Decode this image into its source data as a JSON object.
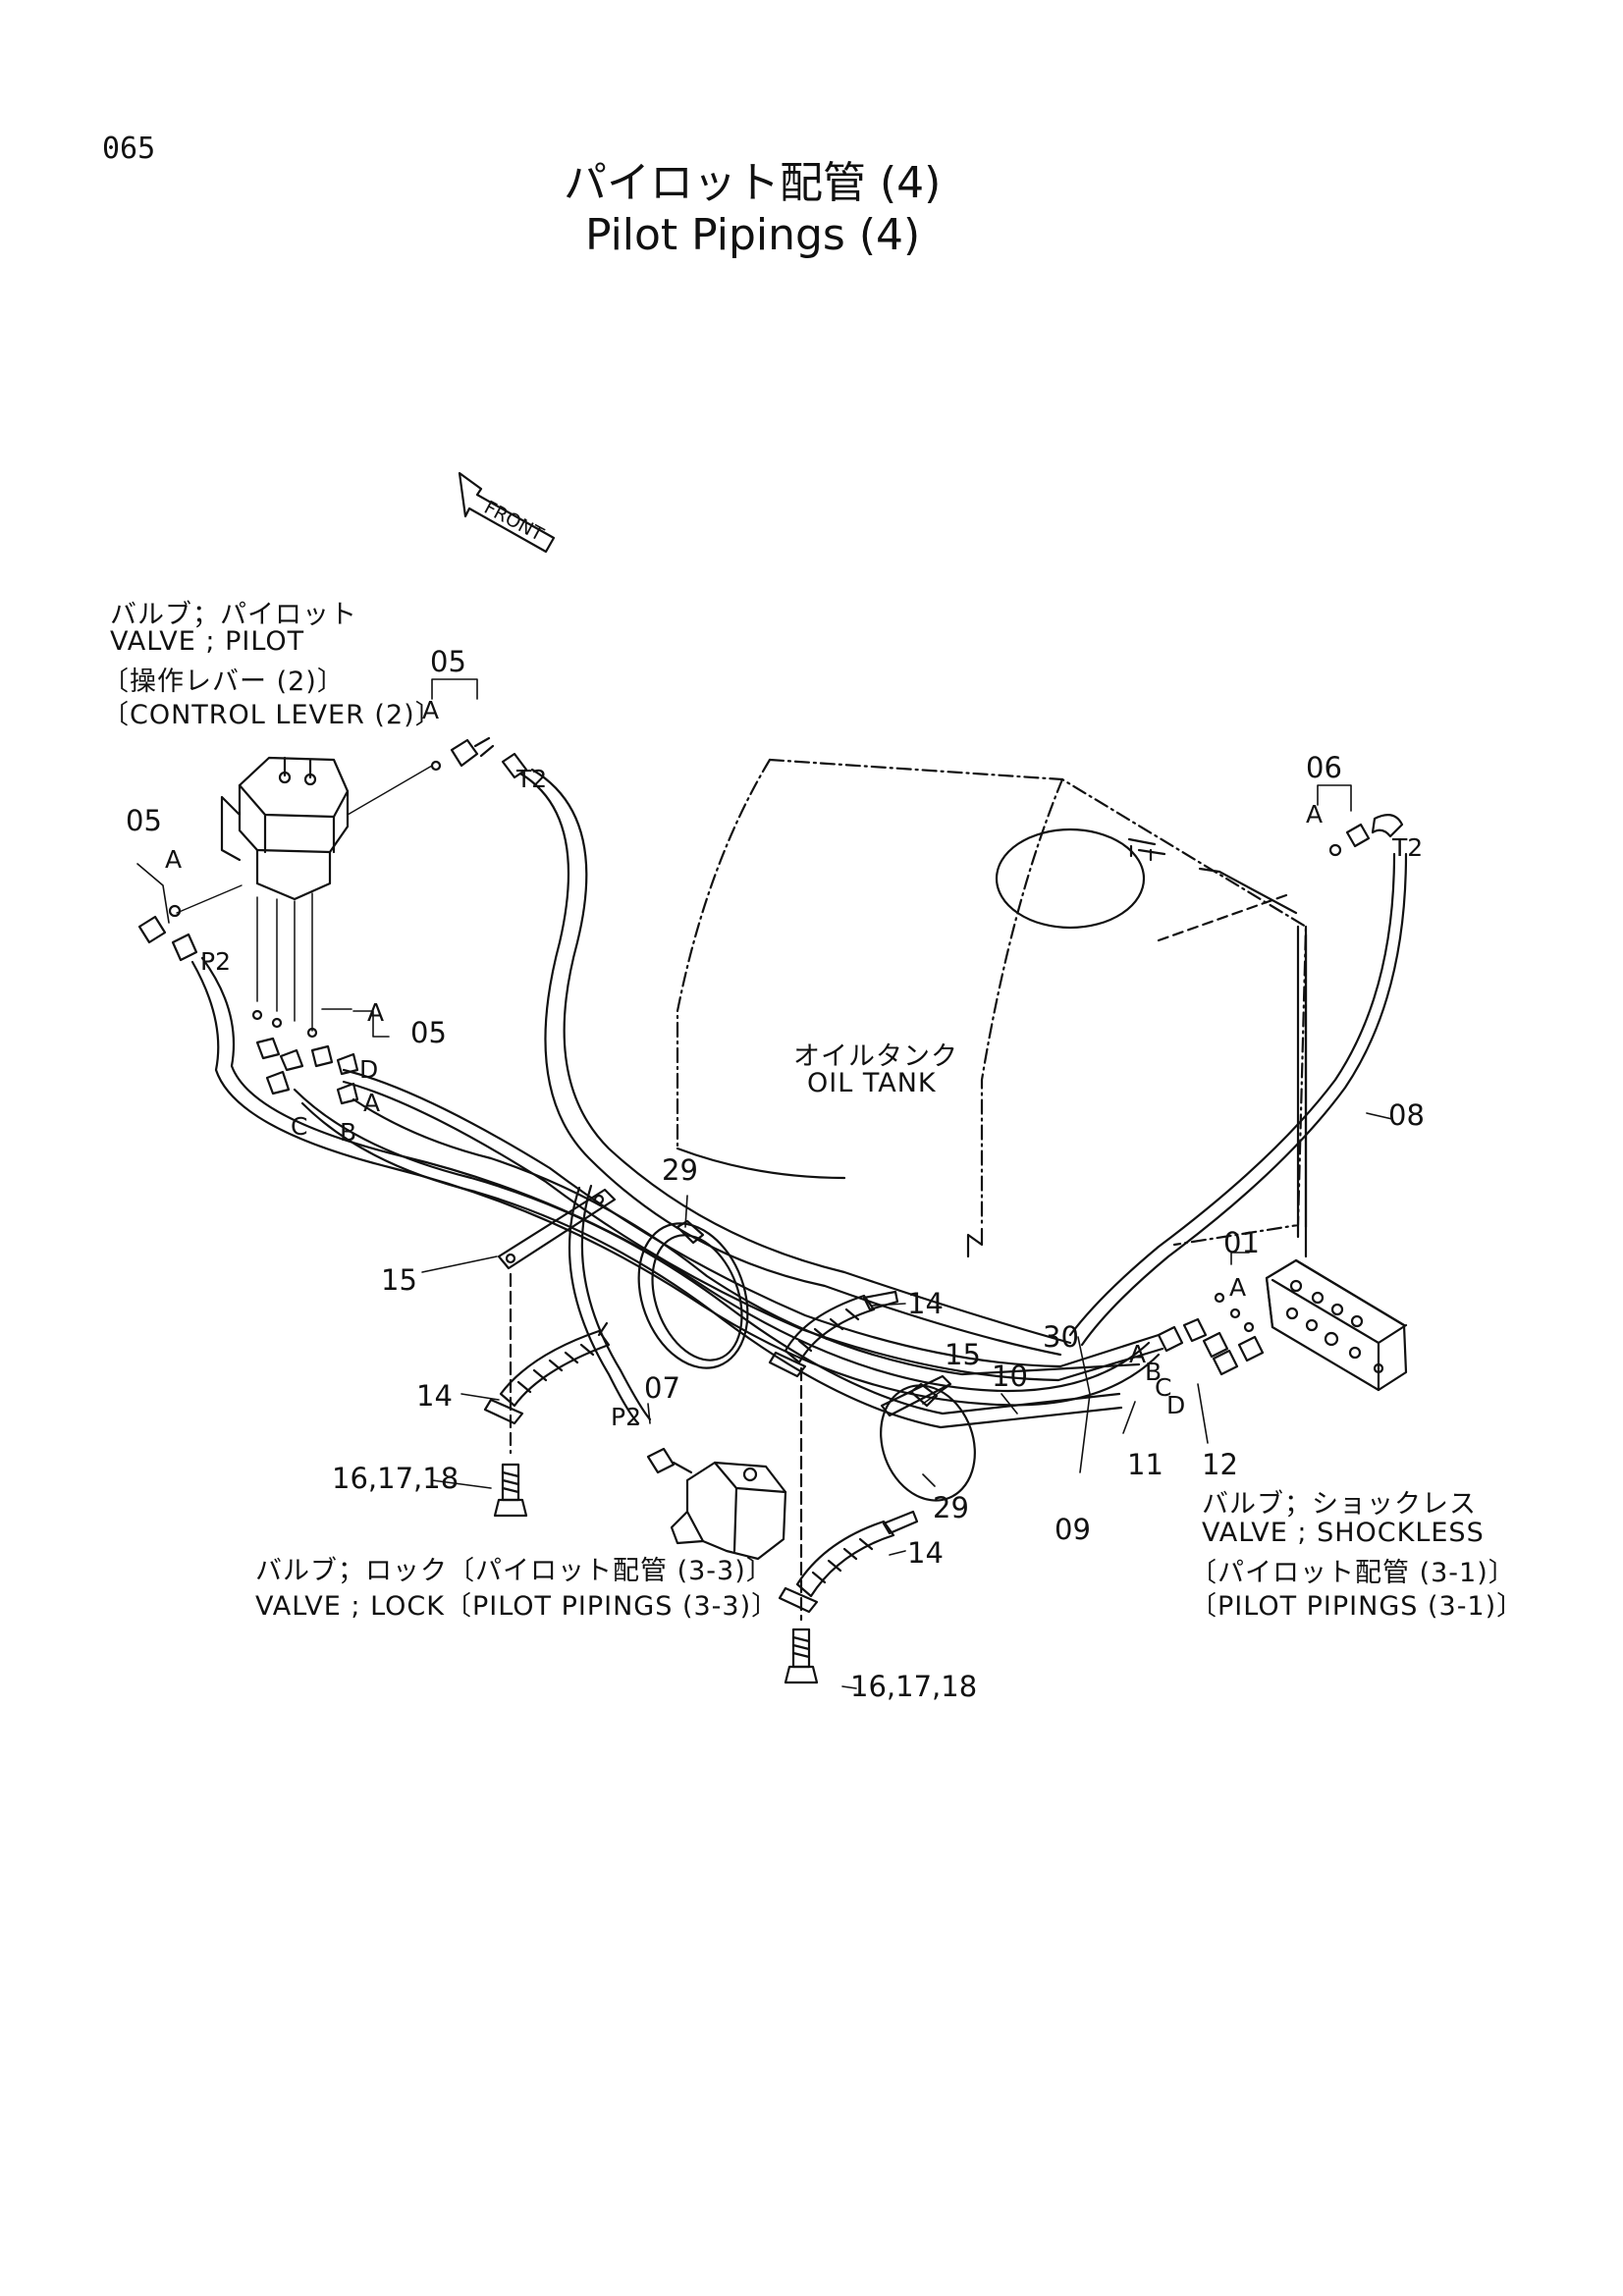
{
  "page_number": "065",
  "title_jp": "パイロット配管 (4)",
  "title_en": "Pilot Pipings (4)",
  "front_label": "FRONT",
  "pilot_valve": {
    "jp": "バルブ；パイロット",
    "en": "VALVE ; PILOT",
    "ref_jp": "〔操作レバー (2)〕",
    "ref_en": "〔CONTROL LEVER (2)〕"
  },
  "oil_tank": {
    "jp": "オイルタンク",
    "en": "OIL TANK"
  },
  "lock_valve": {
    "line1": "バルブ；ロック〔パイロット配管 (3-3)〕",
    "line2": "VALVE ; LOCK〔PILOT PIPINGS (3-3)〕"
  },
  "shockless_valve": {
    "jp": "バルブ；ショックレス",
    "en": "VALVE ; SHOCKLESS",
    "ref_jp": "〔パイロット配管 (3-1)〕",
    "ref_en": "〔PILOT PIPINGS (3-1)〕"
  },
  "callouts": {
    "c01": "01",
    "c05a": "05",
    "c05b": "05",
    "c05c": "05",
    "c06": "06",
    "c07": "07",
    "c08": "08",
    "c09": "09",
    "c10": "10",
    "c11": "11",
    "c12": "12",
    "c14a": "14",
    "c14b": "14",
    "c14c": "14",
    "c15a": "15",
    "c15b": "15",
    "c16a": "16,17,18",
    "c16b": "16,17,18",
    "c29a": "29",
    "c29b": "29",
    "c30": "30"
  },
  "port_labels": {
    "a1": "A",
    "a2": "A",
    "a3": "A",
    "a4": "A",
    "a5": "A",
    "a6": "A",
    "a7": "A",
    "t2a": "T2",
    "t2b": "T2",
    "p2a": "P2",
    "p2b": "P2",
    "b1": "B",
    "b2": "B",
    "c1": "C",
    "c2": "C",
    "d1": "D",
    "d2": "D"
  }
}
